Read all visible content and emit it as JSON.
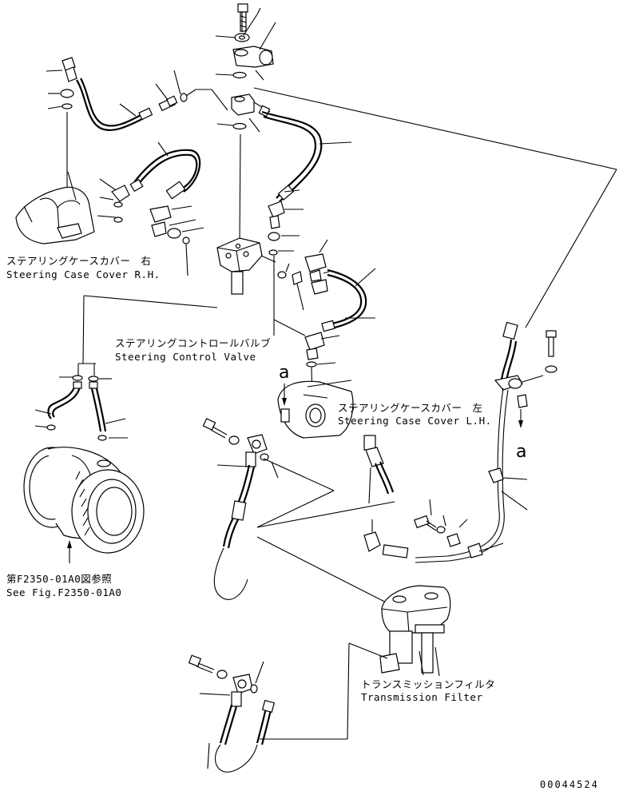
{
  "labels": {
    "steering_case_cover_rh_jp": "ステアリングケースカバー　右",
    "steering_case_cover_rh_en": "Steering Case Cover R.H.",
    "steering_control_valve_jp": "ステアリングコントロールバルブ",
    "steering_control_valve_en": "Steering Control Valve",
    "steering_case_cover_lh_jp": "ステアリングケースカバー　左",
    "steering_case_cover_lh_en": "Steering Case Cover L.H.",
    "see_fig_jp": "第F2350-01A0図参照",
    "see_fig_en": "See Fig.F2350-01A0",
    "transmission_filter_jp": "トランスミッションフィルタ",
    "transmission_filter_en": "Transmission Filter",
    "callout_a_left": "a",
    "callout_a_right": "a",
    "drawing_number": "00044524"
  }
}
